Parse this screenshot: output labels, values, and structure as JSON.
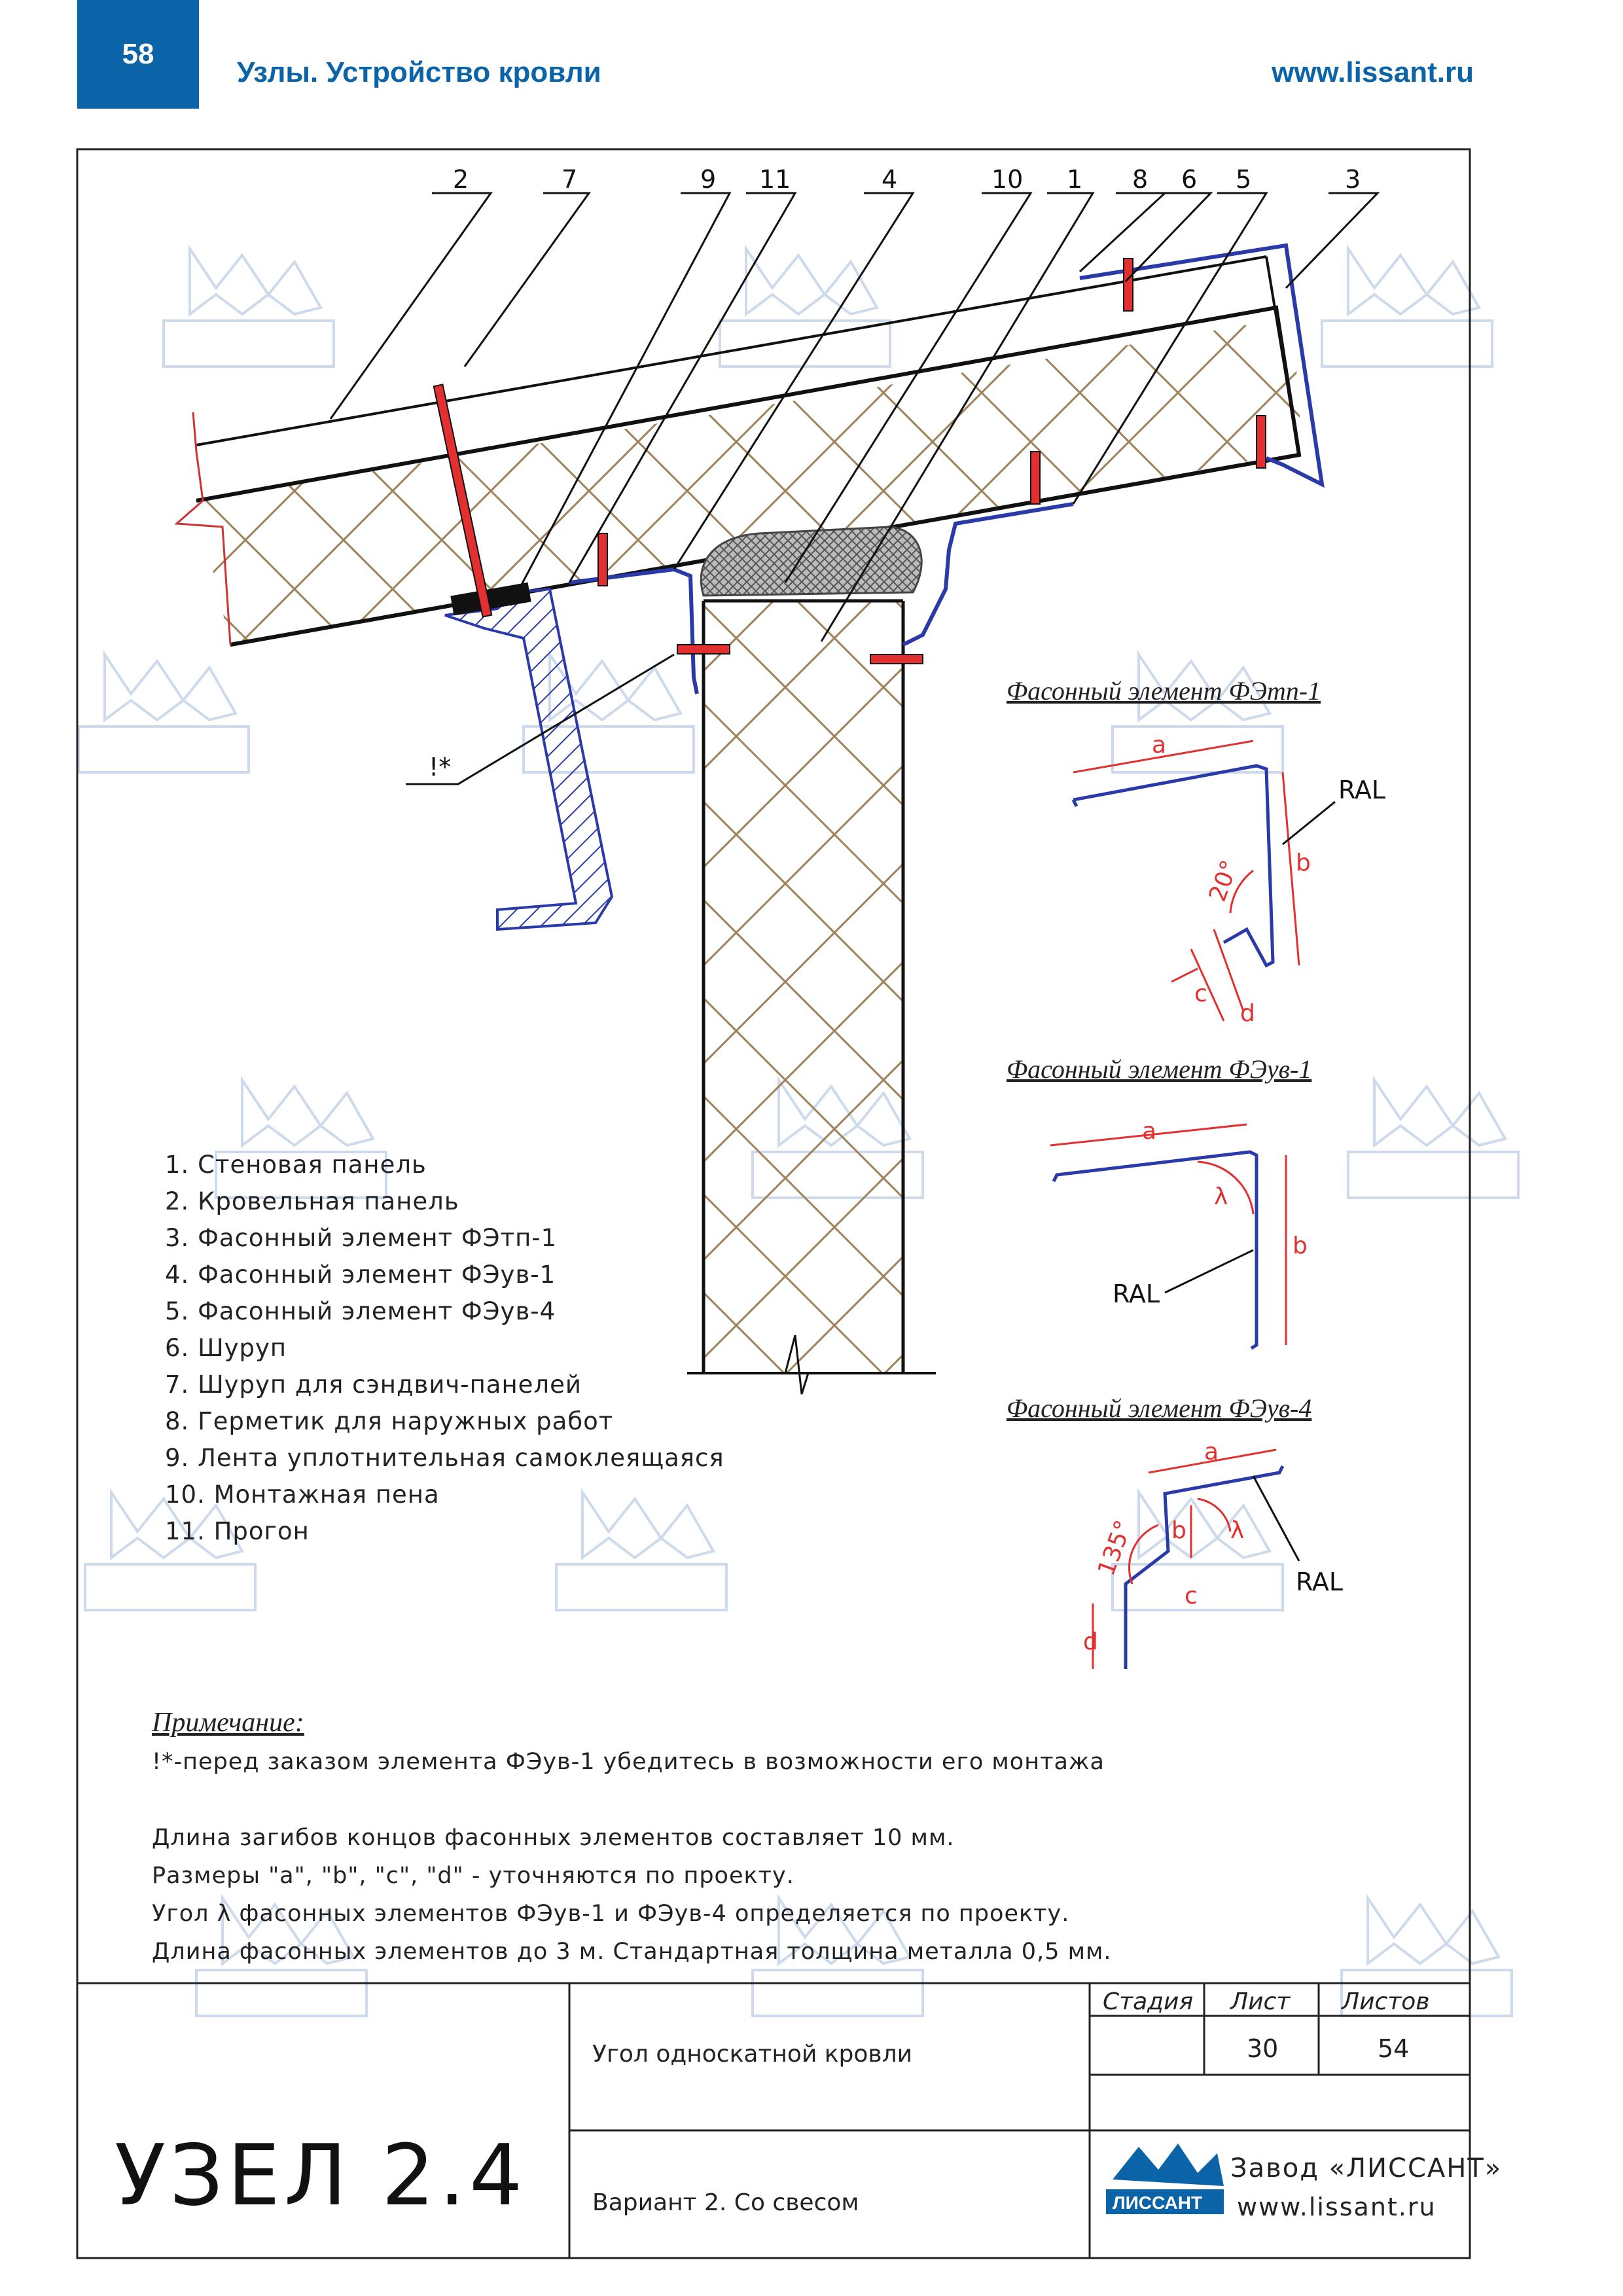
{
  "header": {
    "page_number": "58",
    "title": "Узлы. Устройство кровли",
    "url": "www.lissant.ru"
  },
  "drawing": {
    "callouts": [
      "2",
      "7",
      "9",
      "11",
      "4",
      "10",
      "1",
      "8",
      "6",
      "5",
      "3"
    ],
    "note_marker": "!*",
    "watermark": "ЛИССАНТ"
  },
  "details": [
    {
      "title": "Фасонный элемент ФЭтп-1",
      "dims": [
        "a",
        "b",
        "c",
        "d",
        "20°"
      ],
      "ral": "RAL"
    },
    {
      "title": "Фасонный элемент ФЭув-1",
      "dims": [
        "a",
        "b",
        "λ"
      ],
      "ral": "RAL"
    },
    {
      "title": "Фасонный элемент ФЭув-4",
      "dims": [
        "a",
        "b",
        "c",
        "d",
        "λ",
        "135°"
      ],
      "ral": "RAL"
    }
  ],
  "legend": [
    "1. Стеновая панель",
    "2. Кровельная панель",
    "3. Фасонный элемент ФЭтп-1",
    "4. Фасонный элемент ФЭув-1",
    "5. Фасонный элемент ФЭув-4",
    "6. Шуруп",
    "7. Шуруп для сэндвич-панелей",
    "8. Герметик для наружных работ",
    "9. Лента уплотнительная самоклеящаяся",
    "10. Монтажная пена",
    "11. Прогон"
  ],
  "note": {
    "heading": "Примечание:",
    "star": "!*-перед заказом элемента ФЭув-1 убедитесь в возможности его монтажа",
    "lines": [
      "Длина загибов концов фасонных элементов составляет 10 мм.",
      "Размеры \"а\", \"b\", \"c\", \"d\" - уточняются по проекту.",
      "Угол λ фасонных элементов ФЭув-1 и ФЭув-4 определяется по проекту.",
      "Длина фасонных элементов до 3 м. Стандартная толщина металла 0,5 мм."
    ]
  },
  "title_block": {
    "node": "УЗЕЛ 2.4",
    "name": "Угол односкатной кровли",
    "variant": "Вариант 2. Со свесом",
    "stage_label": "Стадия",
    "sheet_label": "Лист",
    "sheets_label": "Листов",
    "stage_value": "",
    "sheet_value": "30",
    "sheets_value": "54",
    "company": "Завод «ЛИССАНТ»",
    "company_url": "www.lissant.ru",
    "logo_text": "ЛИССАНТ"
  },
  "colors": {
    "brand_blue": "#0b63a8",
    "insulation": "#a0825a",
    "fastener_red": "#e23030",
    "flashing_blue": "#2a3aa8"
  }
}
